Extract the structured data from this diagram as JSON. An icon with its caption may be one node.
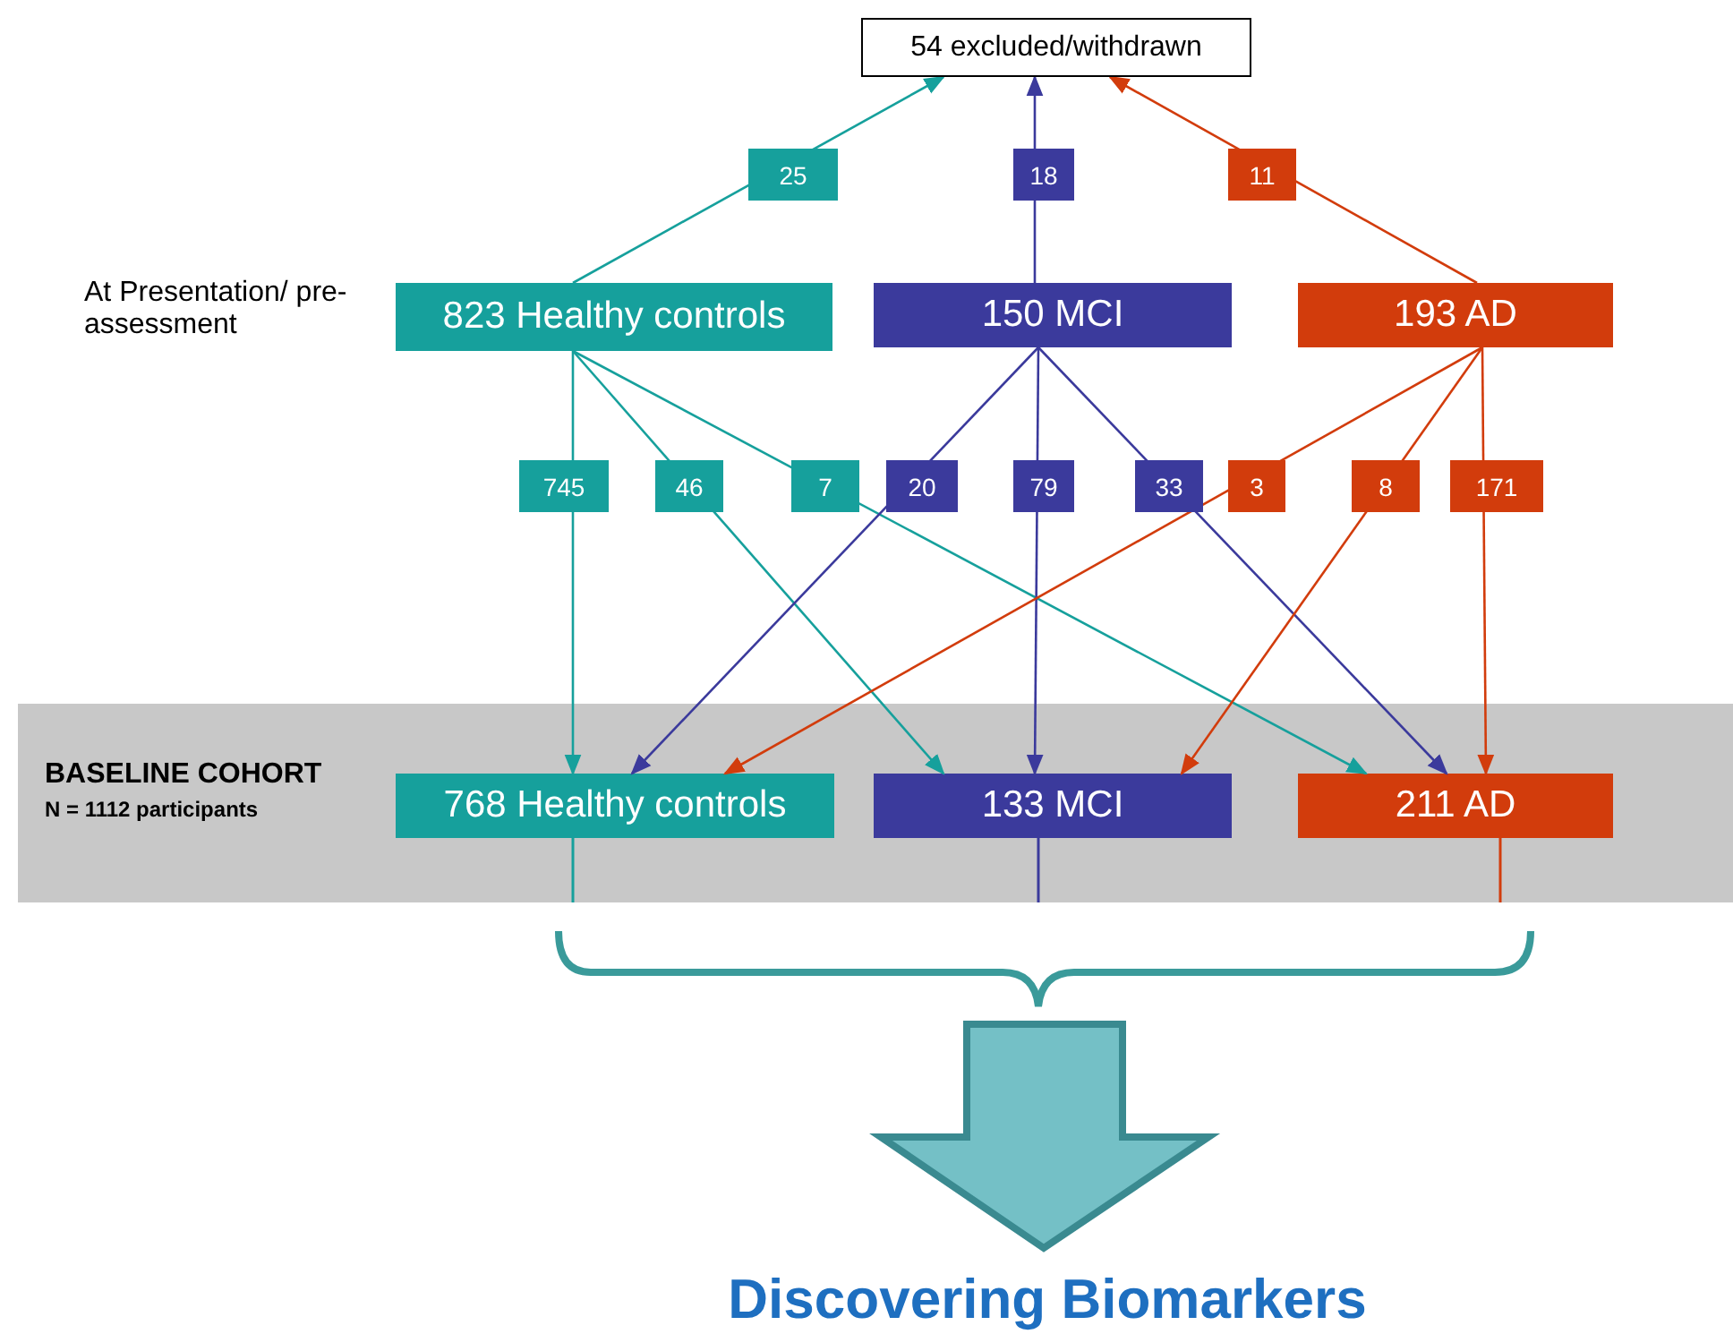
{
  "diagram": {
    "nodes": [
      {
        "text": [
          "54 excluded/withdrawn"
        ]
      },
      {
        "text": [
          "823 Healthy controls"
        ]
      },
      {
        "text": [
          "150 MCI"
        ]
      },
      {
        "text": [
          "193 AD"
        ]
      },
      {
        "text": [
          "BASELINE COHORT",
          "N = 1112 participants"
        ]
      },
      {
        "text": [
          "768 Healthy controls"
        ],
        "in": 4
      },
      {
        "text": [
          "133 MCI"
        ],
        "in": 4
      },
      {
        "text": [
          "211 AD"
        ],
        "in": 4
      }
    ],
    "edges": [
      {
        "from": 1,
        "to": 0,
        "arrow": "to",
        "label": "25",
        "color": "#16a09c"
      },
      {
        "from": 2,
        "to": 0,
        "arrow": "to",
        "label": "18",
        "color": "#3b3a9c"
      },
      {
        "from": 3,
        "to": 0,
        "arrow": "to",
        "label": "11",
        "color": "#d23c0c"
      },
      {
        "from": 1,
        "to": 5,
        "arrow": "to",
        "label": "745",
        "color": "#16a09c"
      },
      {
        "from": 1,
        "to": 6,
        "arrow": "to",
        "label": "46",
        "color": "#16a09c"
      },
      {
        "from": 1,
        "to": 7,
        "arrow": "to",
        "label": "7",
        "color": "#16a09c"
      },
      {
        "from": 2,
        "to": 5,
        "arrow": "to",
        "label": "20",
        "color": "#3b3a9c"
      },
      {
        "from": 2,
        "to": 6,
        "arrow": "to",
        "label": "79",
        "color": "#3b3a9c"
      },
      {
        "from": 2,
        "to": 7,
        "arrow": "to",
        "label": "33",
        "color": "#3b3a9c"
      },
      {
        "from": 3,
        "to": 5,
        "arrow": "to",
        "label": "3",
        "color": "#d23c0c"
      },
      {
        "from": 3,
        "to": 6,
        "arrow": "to",
        "label": "8",
        "color": "#d23c0c"
      },
      {
        "from": 3,
        "to": 7,
        "arrow": "to",
        "label": "171",
        "color": "#d23c0c"
      }
    ],
    "labels": [
      "At Presentation/ pre-assessment",
      "Discovering Biomarkers"
    ]
  }
}
